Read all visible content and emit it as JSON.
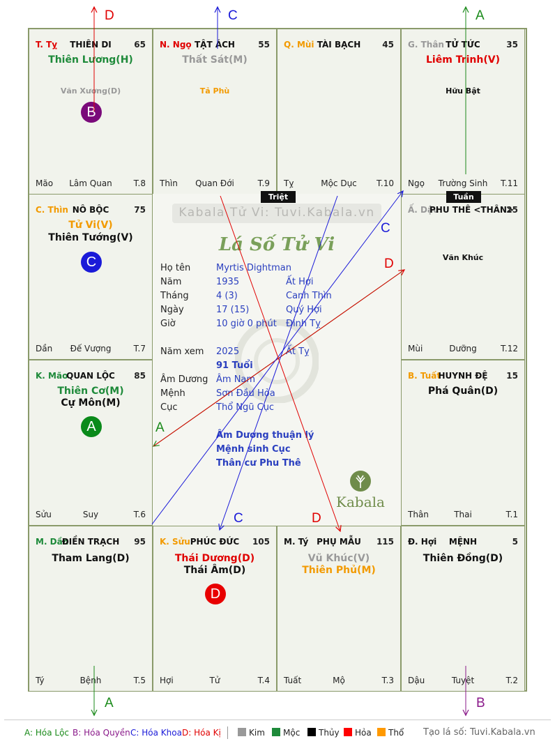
{
  "arrows": {
    "top_left": "D",
    "top_mid": "C",
    "top_right": "A",
    "bottom_left": "A",
    "bottom_right": "B",
    "center_a": "A",
    "center_c1": "C",
    "center_c2": "C",
    "center_d1": "D",
    "center_d2": "D"
  },
  "palaces": {
    "ty_top": {
      "can": "T. Tỵ",
      "name": "THIÊN DI",
      "num": "65",
      "main1": "Thiên Lương(H)",
      "minor1": "Văn Xương(D)",
      "badge": "B",
      "bl": "Mão",
      "bc": "Lâm Quan",
      "br": "T.8"
    },
    "ngo": {
      "can": "N. Ngọ",
      "name": "TẬT ÁCH",
      "num": "55",
      "main1": "Thất Sát(M)",
      "minor1": "Tả Phù",
      "bl": "Thìn",
      "bc": "Quan Đới",
      "br": "T.9"
    },
    "mui": {
      "can": "Q. Mùi",
      "name": "TÀI BẠCH",
      "num": "45",
      "bl": "Tỵ",
      "bc": "Mộc Dục",
      "br": "T.10"
    },
    "than": {
      "can": "G. Thân",
      "name": "TỬ TỨC",
      "num": "35",
      "main1": "Liêm Trinh(V)",
      "minor1": "Hữu Bật",
      "bl": "Ngọ",
      "bc": "Trường Sinh",
      "br": "T.11"
    },
    "thin": {
      "can": "C. Thìn",
      "name": "NÔ BỘC",
      "num": "75",
      "main1": "Tử Vi(V)",
      "main2": "Thiên Tướng(V)",
      "badge": "C",
      "bl": "Dần",
      "bc": "Đế Vượng",
      "br": "T.7"
    },
    "dau": {
      "can": "Ấ. Dậu",
      "name": "PHU THÊ <THÂN>",
      "num": "25",
      "minor1": "Văn Khúc",
      "bl": "Mùi",
      "bc": "Dưỡng",
      "br": "T.12"
    },
    "mao": {
      "can": "K. Mão",
      "name": "QUAN LỘC",
      "num": "85",
      "main1": "Thiên Cơ(M)",
      "main2": "Cự Môn(M)",
      "badge": "A",
      "bl": "Sửu",
      "bc": "Suy",
      "br": "T.6"
    },
    "tuat": {
      "can": "B. Tuất",
      "name": "HUYNH ĐỆ",
      "num": "15",
      "main1": "Phá Quân(D)",
      "bl": "Thân",
      "bc": "Thai",
      "br": "T.1"
    },
    "dan": {
      "can": "M. Dần",
      "name": "ĐIỀN TRẠCH",
      "num": "95",
      "main1": "Tham Lang(D)",
      "bl": "Tý",
      "bc": "Bệnh",
      "br": "T.5"
    },
    "suu": {
      "can": "K. Sửu",
      "name": "PHÚC ĐỨC",
      "num": "105",
      "main1": "Thái Dương(D)",
      "main2": "Thái Âm(D)",
      "badge": "D",
      "bl": "Hợi",
      "bc": "Tử",
      "br": "T.4"
    },
    "ty_bot": {
      "can": "M. Tý",
      "name": "PHỤ MẪU",
      "num": "115",
      "main1": "Vũ Khúc(V)",
      "main2": "Thiên Phủ(M)",
      "bl": "Tuất",
      "bc": "Mộ",
      "br": "T.3"
    },
    "hoi": {
      "can": "Đ. Hợi",
      "name": "MỆNH",
      "num": "5",
      "main1": "Thiên Đồng(D)",
      "bl": "Dậu",
      "bc": "Tuyệt",
      "br": "T.2"
    }
  },
  "tags": {
    "triet": "Triệt",
    "tuan": "Tuần"
  },
  "center": {
    "watermark": "Kabala Tử Vi: Tuvi.Kabala.vn",
    "title": "Lá Số Tử Vi",
    "labels": {
      "name": "Họ tên",
      "year": "Năm",
      "month": "Tháng",
      "day": "Ngày",
      "hour": "Giờ",
      "view_year": "Năm xem",
      "am_duong": "Âm Dương",
      "menh": "Mệnh",
      "cuc": "Cục"
    },
    "values": {
      "name": "Myrtis Dightman",
      "year": "1935",
      "year_can": "Ất Hợi",
      "month": "4  (3)",
      "month_can": "Canh Thìn",
      "day": "17  (15)",
      "day_can": "Quý Hợi",
      "hour": "10 giờ 0 phút",
      "hour_can": "Đinh Tỵ",
      "view_year": "2025",
      "view_year_can": "Ất Tỵ",
      "age": "91 Tuổi",
      "am_duong": "Âm Nam",
      "menh": "Sơn Đầu Hỏa",
      "cuc": "Thổ Ngũ Cục"
    },
    "notes": [
      "Âm Dương thuận lý",
      "Mệnh sinh Cục",
      "Thân cư Phu Thê"
    ],
    "brand": "Kabala"
  },
  "legend": {
    "a": "A: Hóa Lộc",
    "b": "B: Hóa Quyền",
    "c": "C: Hóa Khoa",
    "d": "D: Hóa Kị",
    "kim": "Kim",
    "moc": "Mộc",
    "thuy": "Thủy",
    "hoa": "Hỏa",
    "tho": "Thổ",
    "site": "Tạo lá số: Tuvi.Kabala.vn"
  },
  "colors": {
    "A": "#1a8a1a",
    "B": "#8a1a8a",
    "C": "#1a1ad8",
    "D": "#e00000",
    "kim": "#999999",
    "moc": "#1e8a3a",
    "thuy": "#000000",
    "hoa": "#ff0000",
    "tho": "#ff9900"
  }
}
